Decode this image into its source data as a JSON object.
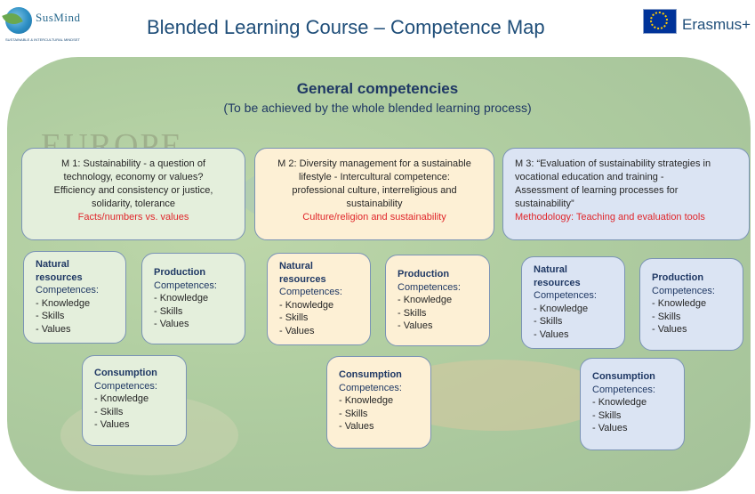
{
  "header": {
    "logo_brand": "SusMind",
    "logo_tagline": "SUSTAINABLE & INTERCULTURAL MINDSET",
    "title": "Blended Learning Course – Competence Map",
    "erasmus_label": "Erasmus+"
  },
  "map": {
    "watermark": "EUROPE"
  },
  "general": {
    "title": "General competencies",
    "subtitle": "(To be achieved by the whole blended learning process)"
  },
  "modules": [
    {
      "lines": [
        "M 1: Sustainability - a question of",
        "technology, economy or values?",
        "Efficiency and consistency or justice,",
        "solidarity, tolerance"
      ],
      "highlight": "Facts/numbers vs. values"
    },
    {
      "lines": [
        "M 2: Diversity management for a sustainable",
        "lifestyle - Intercultural competence:",
        "professional culture, interreligious and",
        "sustainability"
      ],
      "highlight": "Culture/religion and sustainability"
    },
    {
      "lines": [
        "M 3: “Evaluation of sustainability strategies in",
        "vocational education and training -",
        "Assessment of learning processes for",
        "sustainability”"
      ],
      "highlight": "Methodology: Teaching and evaluation tools"
    }
  ],
  "sub": {
    "natural_1": "Natural",
    "natural_2": "resources",
    "production": "Production",
    "consumption": "Consumption",
    "competences": "Competences:",
    "knowledge": "- Knowledge",
    "skills": "- Skills",
    "values": "- Values"
  },
  "colors": {
    "green_box": "#e4efdc",
    "yellow_box": "#fdf0d5",
    "blue_box": "#dbe4f3",
    "highlight_red": "#e0262b",
    "title_blue": "#1f4e79"
  }
}
